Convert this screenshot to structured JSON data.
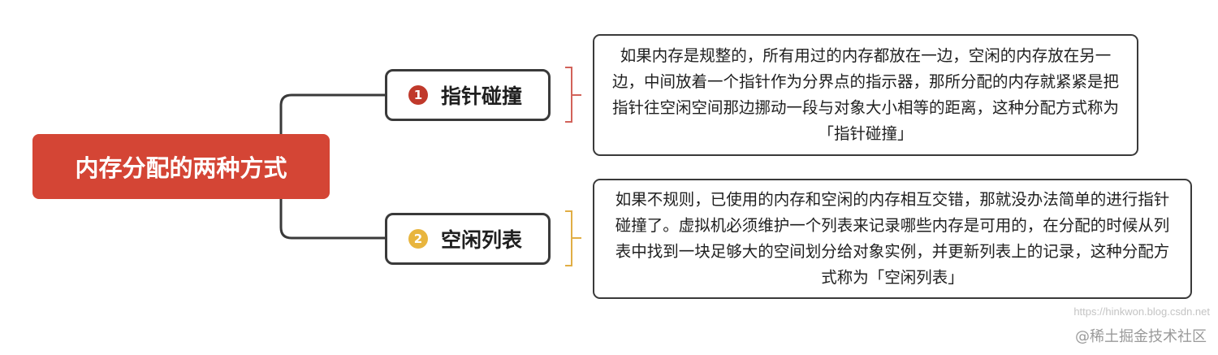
{
  "root": {
    "label": "内存分配的两种方式",
    "color": "#d44535"
  },
  "branches": [
    {
      "number": "1",
      "label": "指针碰撞",
      "badge_color": "#c0392b",
      "bracket_color": "#d2625a",
      "description": "如果内存是规整的，所有用过的内存都放在一边，空闲的内存放在另一边，中间放着一个指针作为分界点的指示器，那所分配的内存就紧紧是把指针往空闲空间那边挪动一段与对象大小相等的距离，这种分配方式称为「指针碰撞」"
    },
    {
      "number": "2",
      "label": "空闲列表",
      "badge_color": "#e8b53e",
      "bracket_color": "#e1ae45",
      "description": "如果不规则，已使用的内存和空闲的内存相互交错，那就没办法简单的进行指针碰撞了。虚拟机必须维护一个列表来记录哪些内存是可用的，在分配的时候从列表中找到一块足够大的空间划分给对象实例，并更新列表上的记录，这种分配方式称为「空闲列表」"
    }
  ],
  "watermark": {
    "url": "https://hinkwon.blog.csdn.net",
    "site": "@稀土掘金技术社区"
  }
}
